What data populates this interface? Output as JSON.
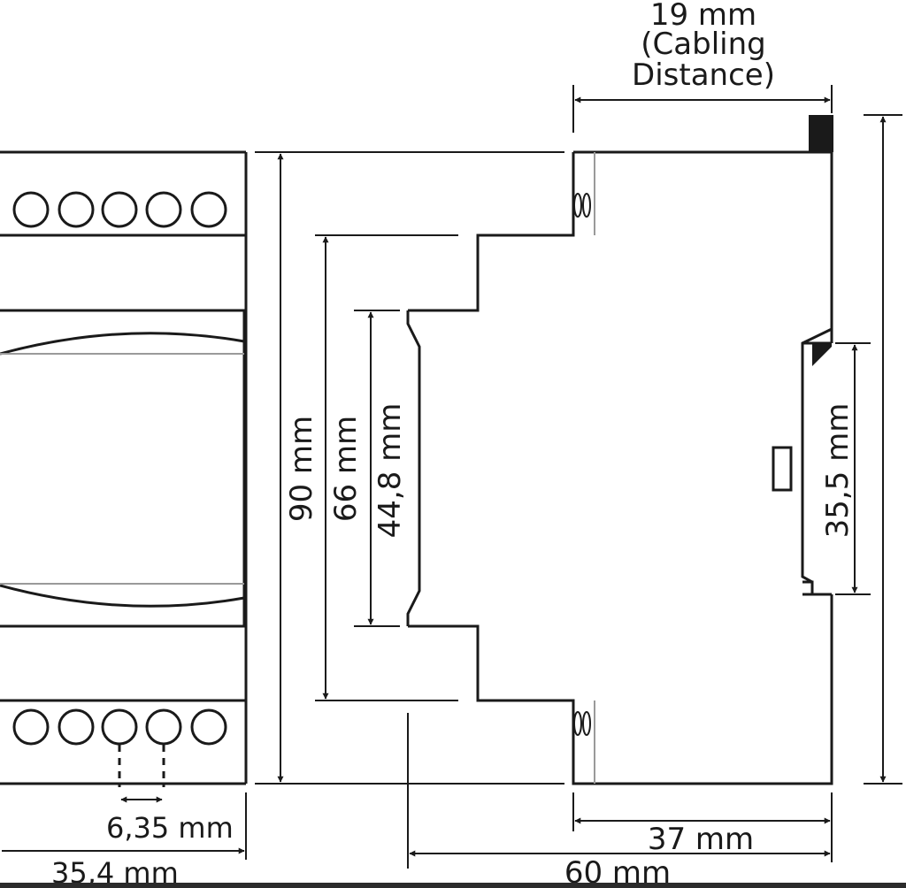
{
  "diagram": {
    "dimensions": {
      "cabling_distance": "19 mm",
      "cabling_distance_note_line1": "(Cabling",
      "cabling_distance_note_line2": "Distance)",
      "height_total": "90 mm",
      "height_middle": "66 mm",
      "height_front": "44,8 mm",
      "rail_height": "35,5 mm",
      "terminal_pitch": "6,35 mm",
      "front_width": "35,4 mm",
      "rear_depth": "37 mm",
      "total_depth": "60 mm"
    },
    "colors": {
      "line": "#1a1a1a",
      "secondary_line": "#9a9a9a",
      "background": "#ffffff"
    }
  }
}
